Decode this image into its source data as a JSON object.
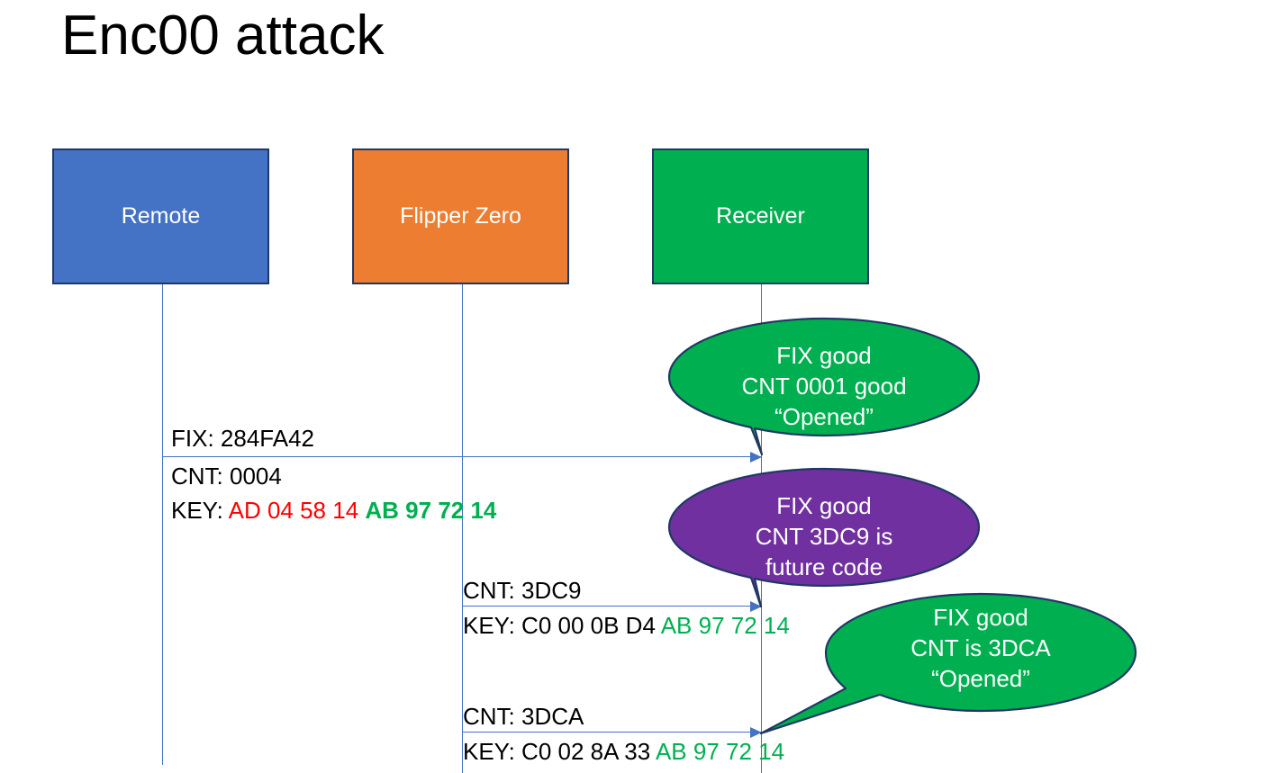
{
  "title": "Enc00 attack",
  "actors": [
    {
      "id": "remote",
      "label": "Remote",
      "color": "#4472C4"
    },
    {
      "id": "flipper",
      "label": "Flipper Zero",
      "color": "#ED7D31"
    },
    {
      "id": "receiver",
      "label": "Receiver",
      "color": "#00B050"
    }
  ],
  "messages": [
    {
      "id": "remote-to-receiver",
      "from": "remote",
      "to": "receiver",
      "fix_label": "FIX: 284FA42",
      "cnt_label": "CNT: 0004",
      "key_prefix": "KEY: ",
      "key_red": "AD 04 58 14",
      "key_green": "AB 97 72 14"
    },
    {
      "id": "flipper-to-receiver-1",
      "from": "flipper",
      "to": "receiver",
      "cnt_label": "CNT: 3DC9",
      "key_prefix": "KEY: C0 00 0B D4 ",
      "key_green": "AB 97 72 14"
    },
    {
      "id": "flipper-to-receiver-2",
      "from": "flipper",
      "to": "receiver",
      "cnt_label": "CNT: 3DCA",
      "key_prefix": "KEY: C0 02 8A 33 ",
      "key_green": "AB 97 72 14"
    }
  ],
  "callouts": [
    {
      "id": "callout-1",
      "color": "#00B050",
      "line1": "FIX good",
      "line2": "CNT 0001 good",
      "line3": "“Opened”"
    },
    {
      "id": "callout-2",
      "color": "#7030A0",
      "line1": "FIX good",
      "line2": "CNT 3DC9 is",
      "line3": "future code"
    },
    {
      "id": "callout-3",
      "color": "#00B050",
      "line1": "FIX good",
      "line2": "CNT is 3DCA",
      "line3": "“Opened”"
    }
  ],
  "colors": {
    "blue": "#4472C4",
    "orange": "#ED7D31",
    "green": "#00B050",
    "purple": "#7030A0",
    "red": "#FF0000",
    "outline": "#1F3864",
    "lifeline": "#4472C4"
  }
}
